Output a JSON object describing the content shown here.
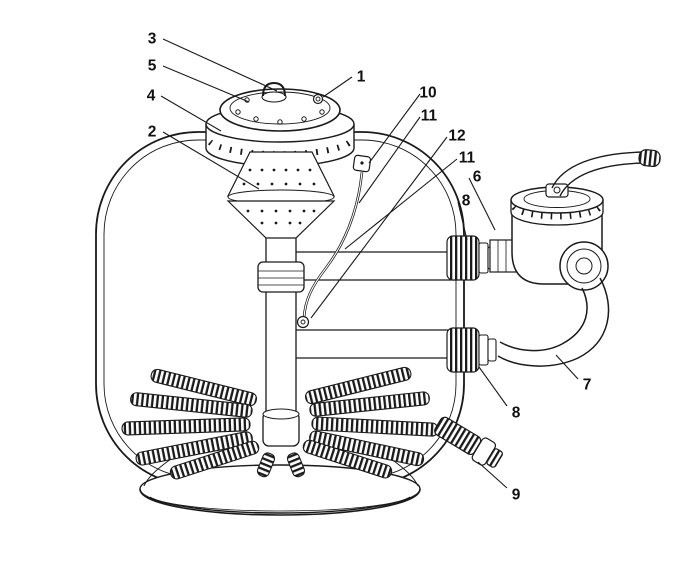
{
  "figure": {
    "kind": "parts-diagram"
  },
  "colors": {
    "ink": "#1a1a1a",
    "paper": "#ffffff"
  },
  "callouts": [
    {
      "label": "3"
    },
    {
      "label": "5"
    },
    {
      "label": "1"
    },
    {
      "label": "4"
    },
    {
      "label": "2"
    },
    {
      "label": "10"
    },
    {
      "label": "11"
    },
    {
      "label": "12"
    },
    {
      "label": "11"
    },
    {
      "label": "6"
    },
    {
      "label": "8"
    },
    {
      "label": "7"
    },
    {
      "label": "8"
    },
    {
      "label": "9"
    }
  ]
}
